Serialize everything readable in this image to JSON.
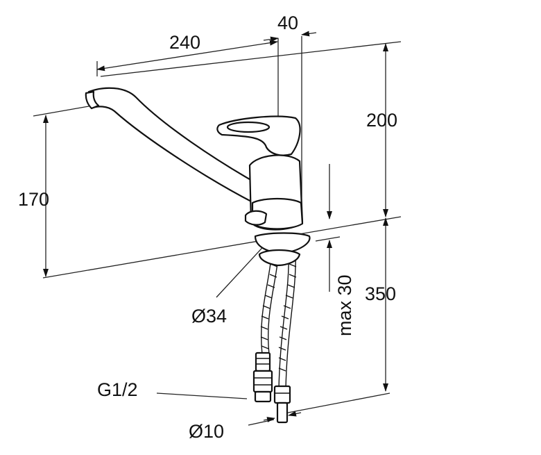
{
  "dimensions": {
    "spout_reach": "240",
    "handle_offset": "40",
    "height_above_deck": "200",
    "spout_height": "170",
    "below_deck_length": "350",
    "max_deck_thickness": "max 30",
    "mounting_hole": "Ø34",
    "connection_thread": "G1/2",
    "hose_diameter": "Ø10"
  },
  "colors": {
    "line": "#111111",
    "background": "#ffffff"
  }
}
